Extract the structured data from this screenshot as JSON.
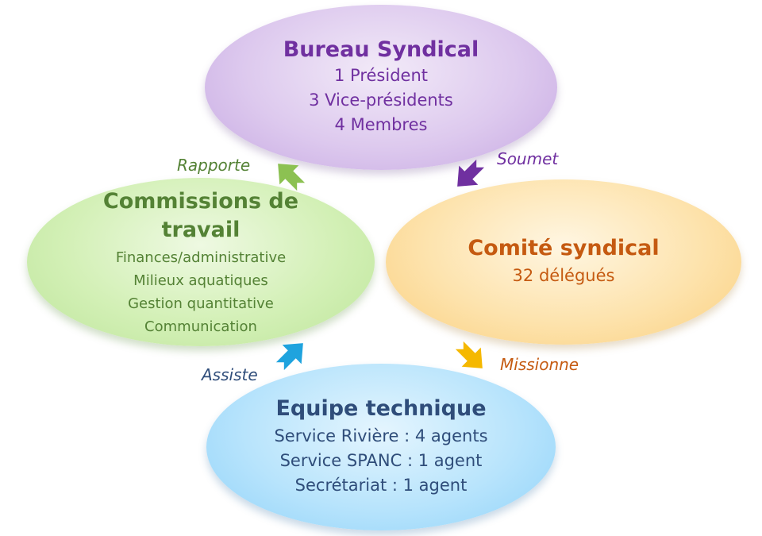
{
  "nodes": {
    "bureau": {
      "title": "Bureau Syndical",
      "lines": [
        "1 Président",
        "3 Vice-présidents",
        "4 Membres"
      ],
      "color": "#7030a0"
    },
    "comite": {
      "title": "Comité syndical",
      "lines": [
        "32 délégués"
      ],
      "color": "#c55a11"
    },
    "commissions": {
      "title_line1": "Commissions de",
      "title_line2": "travail",
      "lines": [
        "Finances/administrative",
        "Milieux aquatiques",
        "Gestion quantitative",
        "Communication"
      ],
      "color": "#548235"
    },
    "equipe": {
      "title": "Equipe technique",
      "lines": [
        "Service Rivière : 4 agents",
        "Service SPANC : 1 agent",
        "Secrétariat : 1 agent"
      ],
      "color": "#2f4d7a"
    }
  },
  "edges": {
    "soumet": {
      "label": "Soumet",
      "color": "#7030a0"
    },
    "missionne": {
      "label": "Missionne",
      "color": "#c55a11"
    },
    "assiste": {
      "label": "Assiste",
      "color": "#2f4d7a"
    },
    "rapporte": {
      "label": "Rapporte",
      "color": "#548235"
    }
  },
  "arrow_colors": {
    "soumet": "#7030a0",
    "missionne": "#f5b800",
    "assiste": "#1fa3de",
    "rapporte": "#8cc152"
  }
}
